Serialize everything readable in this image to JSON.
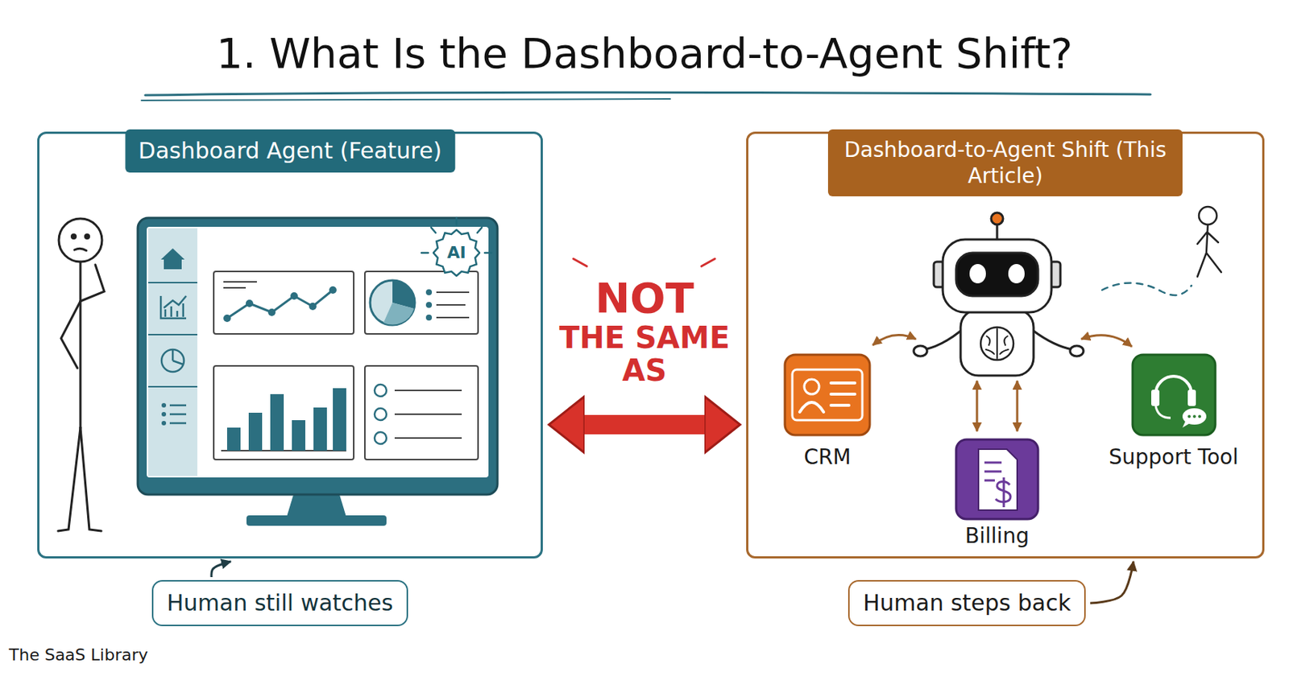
{
  "diagram": {
    "title": "1. What Is the Dashboard-to-Agent Shift?",
    "nodes": [
      {
        "text": [
          "Dashboard Agent (Feature)"
        ]
      },
      {
        "text": [
          "AI"
        ],
        "in": 0
      },
      {
        "text": [
          "Dashboard-to-Agent Shift (This Article)"
        ]
      },
      {
        "text": [
          "CRM"
        ],
        "in": 2
      },
      {
        "text": [
          "Billing"
        ],
        "in": 2
      },
      {
        "text": [
          "Support Tool"
        ],
        "in": 2
      },
      {
        "text": [
          "Human still watches"
        ]
      },
      {
        "text": [
          "Human steps back"
        ]
      }
    ],
    "edges": [
      {
        "from": 0,
        "to": 2,
        "arrow": "both",
        "label": "NOT THE SAME AS"
      },
      {
        "from": 6,
        "to": 0,
        "arrow": "to"
      },
      {
        "from": 7,
        "to": 2,
        "arrow": "to"
      }
    ],
    "labels": [
      "The SaaS Library"
    ]
  }
}
